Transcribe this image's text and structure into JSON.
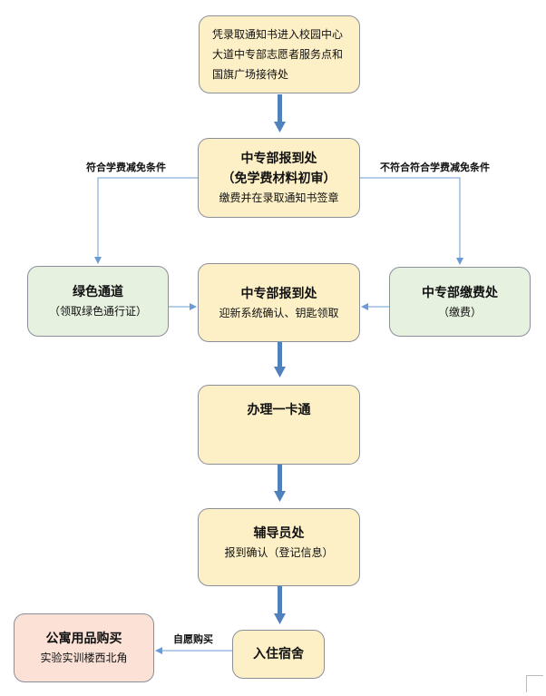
{
  "nodes": {
    "reception": "凭录取通知书进入校园中心大道中专部志愿者服务点和国旗广场接待处",
    "registration_initial": {
      "title": "中专部报到处",
      "subtitle": "（免学费材料初审）",
      "note": "缴费并在录取通知书签章"
    },
    "green_channel": {
      "title": "绿色通道",
      "note": "（领取绿色通行证）"
    },
    "registration_confirm": {
      "title": "中专部报到处",
      "note": "迎新系统确认、钥匙领取"
    },
    "payment": {
      "title": "中专部缴费处",
      "note": "（缴费）"
    },
    "campus_card": {
      "title": "办理一卡通"
    },
    "counselor": {
      "title": "辅导员处",
      "note": "报到确认（登记信息）"
    },
    "dorm": {
      "title": "入住宿舍"
    },
    "supplies": {
      "title": "公寓用品购买",
      "note": "实验实训楼西北角"
    }
  },
  "edge_labels": {
    "eligible": "符合学费减免条件",
    "not_eligible": "不符合符合学费减免条件",
    "voluntary": "自愿购买"
  },
  "colors": {
    "yellow_fill": "#fdf0c6",
    "green_fill": "#e6f1e0",
    "pink_fill": "#fbe1d6",
    "border": "#8a8f9a",
    "thick_arrow": "#4f81bd",
    "thin_arrow": "#6b9bd2"
  }
}
